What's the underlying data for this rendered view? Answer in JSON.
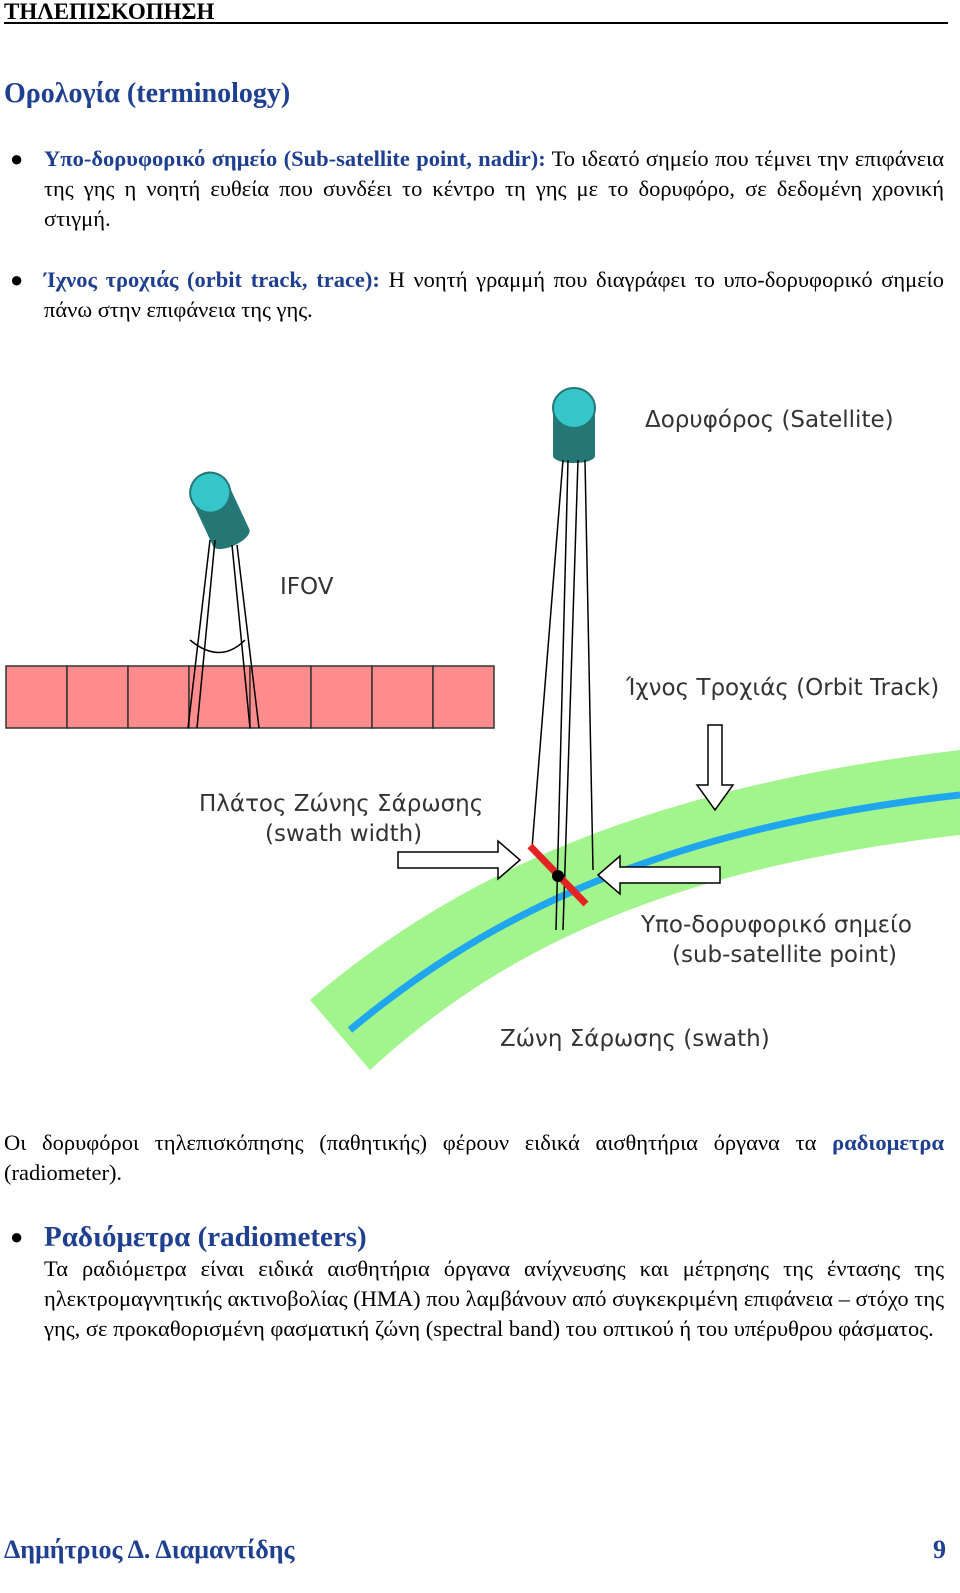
{
  "header": {
    "title": "ΤΗΛΕΠΙΣΚΟΠΗΣΗ"
  },
  "section": {
    "title": "Ορολογία (terminology)"
  },
  "bullets": [
    {
      "term": "Υπο-δορυφορικό σημείο (Sub-satellite point, nadir):",
      "text": " Το ιδεατό σημείο που τέμνει την επιφάνεια της γης η νοητή ευθεία που συνδέει το κέντρο τη γης με το δορυφόρο, σε δεδομένη χρονική στιγμή."
    },
    {
      "term": "Ίχνος τροχιάς (orbit track, trace):",
      "text": " Η νοητή γραμμή που διαγράφει το υπο-δορυφορικό σημείο πάνω στην επιφάνεια της γης."
    }
  ],
  "diagram": {
    "labels": {
      "satellite": "Δορυφόρος (Satellite)",
      "ifov": "IFOV",
      "orbit_track": "Ίχνος Τροχιάς (Orbit Track)",
      "swath_width_line1": "Πλάτος Ζώνης Σάρωσης",
      "swath_width_line2": "(swath width)",
      "subsat_line1": "Υπο-δορυφορικό σημείο",
      "subsat_line2": "(sub-satellite point)",
      "swath": "Ζώνη Σάρωσης (swath)"
    },
    "colors": {
      "satellite_top": "#36c6c9",
      "satellite_body": "#257776",
      "pixel_fill": "#ff8c8c",
      "swath_fill": "#a2f58c",
      "track_line": "#1fa6ef",
      "swath_width_mark": "#e52222"
    }
  },
  "intro": {
    "text": "Οι δορυφόροι τηλεπισκόπησης (παθητικής) φέρουν ειδικά αισθητήρια όργανα τα ",
    "term": "ραδιομετρα",
    "after": " (radiometer)."
  },
  "radiometers": {
    "title": "Ραδιόμετρα",
    "title_en": " (radiometers)",
    "text": "Τα ραδιόμετρα είναι ειδικά αισθητήρια όργανα ανίχνευσης και μέτρησης της έντασης της ηλεκτρομαγνητικής ακτινοβολίας (ΗΜΑ) που λαμβάνουν από συγκεκριμένη επιφάνεια – στόχο της γης, σε προκαθορισμένη φασματική ζώνη (spectral band) του οπτικού ή του υπέρυθρου φάσματος."
  },
  "footer": {
    "author": "Δημήτριος Δ. Διαμαντίδης",
    "page": "9"
  }
}
